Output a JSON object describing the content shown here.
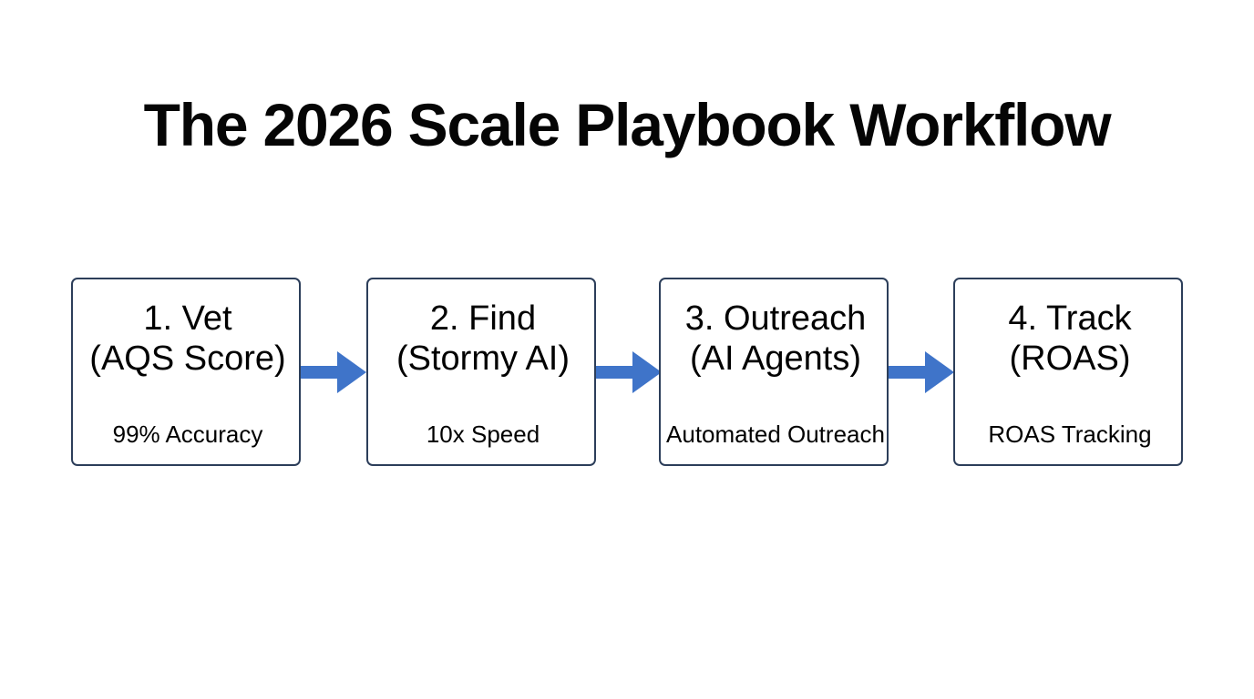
{
  "slide": {
    "title": "The 2026 Scale Playbook Workflow",
    "background_color": "#ffffff",
    "title_color": "#050505"
  },
  "theme": {
    "box_border_color": "#2c3e5a",
    "box_fill_color": "#ffffff",
    "arrow_color": "#3f74c9",
    "text_color": "#000000"
  },
  "workflow": {
    "steps": [
      {
        "heading_line_1": "1. Vet",
        "heading_line_2": "(AQS Score)",
        "sublabel": "99% Accuracy"
      },
      {
        "heading_line_1": "2. Find",
        "heading_line_2": "(Stormy AI)",
        "sublabel": "10x Speed"
      },
      {
        "heading_line_1": "3. Outreach",
        "heading_line_2": "(AI Agents)",
        "sublabel": "Automated Outreach"
      },
      {
        "heading_line_1": "4. Track",
        "heading_line_2": "(ROAS)",
        "sublabel": "ROAS Tracking"
      }
    ],
    "connectors": [
      {
        "icon": "right-arrow-icon"
      },
      {
        "icon": "right-arrow-icon"
      },
      {
        "icon": "right-arrow-icon"
      }
    ]
  }
}
